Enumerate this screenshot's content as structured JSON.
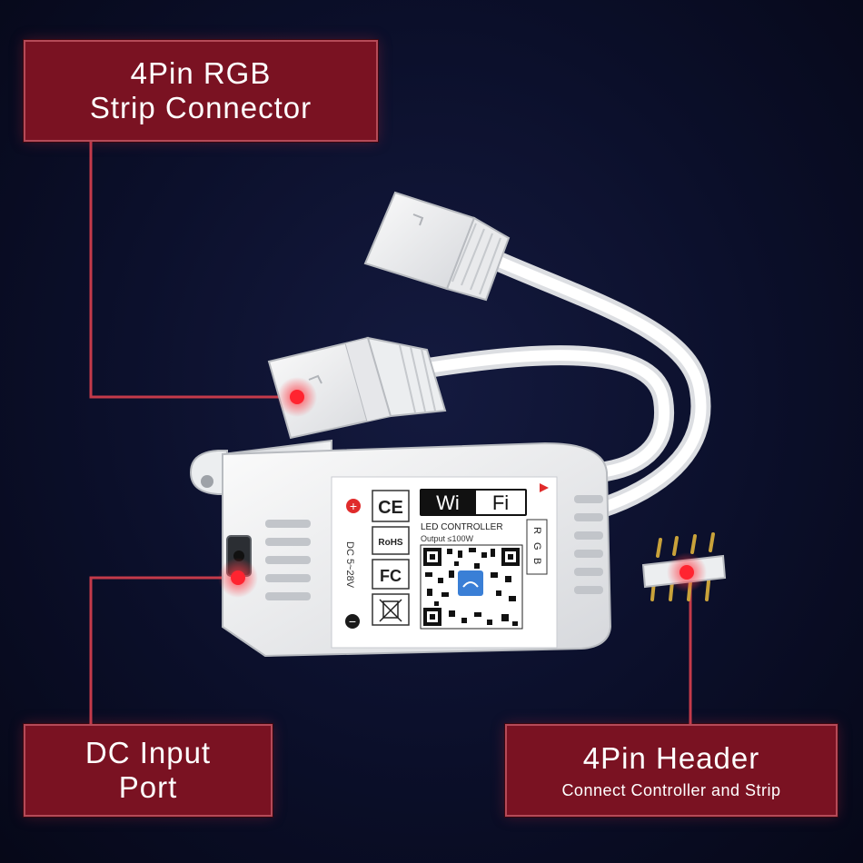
{
  "labels": {
    "rgb_connector": {
      "line1": "4Pin RGB",
      "line2": "Strip Connector"
    },
    "dc_input": {
      "line1": "DC Input",
      "line2": "Port"
    },
    "pin_header": {
      "title": "4Pin Header",
      "subtitle": "Connect Controller and Strip"
    }
  },
  "device": {
    "wifi_left": "Wi",
    "wifi_right": "Fi",
    "product": "LED CONTROLLER",
    "output": "Output ≤100W",
    "voltage": "DC 5~28V",
    "channels": [
      "R",
      "G",
      "B"
    ],
    "plus": "+",
    "minus": "−",
    "ce": "CE",
    "rohs": "RoHS",
    "fc": "FC"
  },
  "colors": {
    "label_bg": "#7a1222",
    "label_border": "#b54a58",
    "callout_line": "#c43a4a",
    "marker": "#ff2430",
    "background": "#0b0f2a"
  }
}
